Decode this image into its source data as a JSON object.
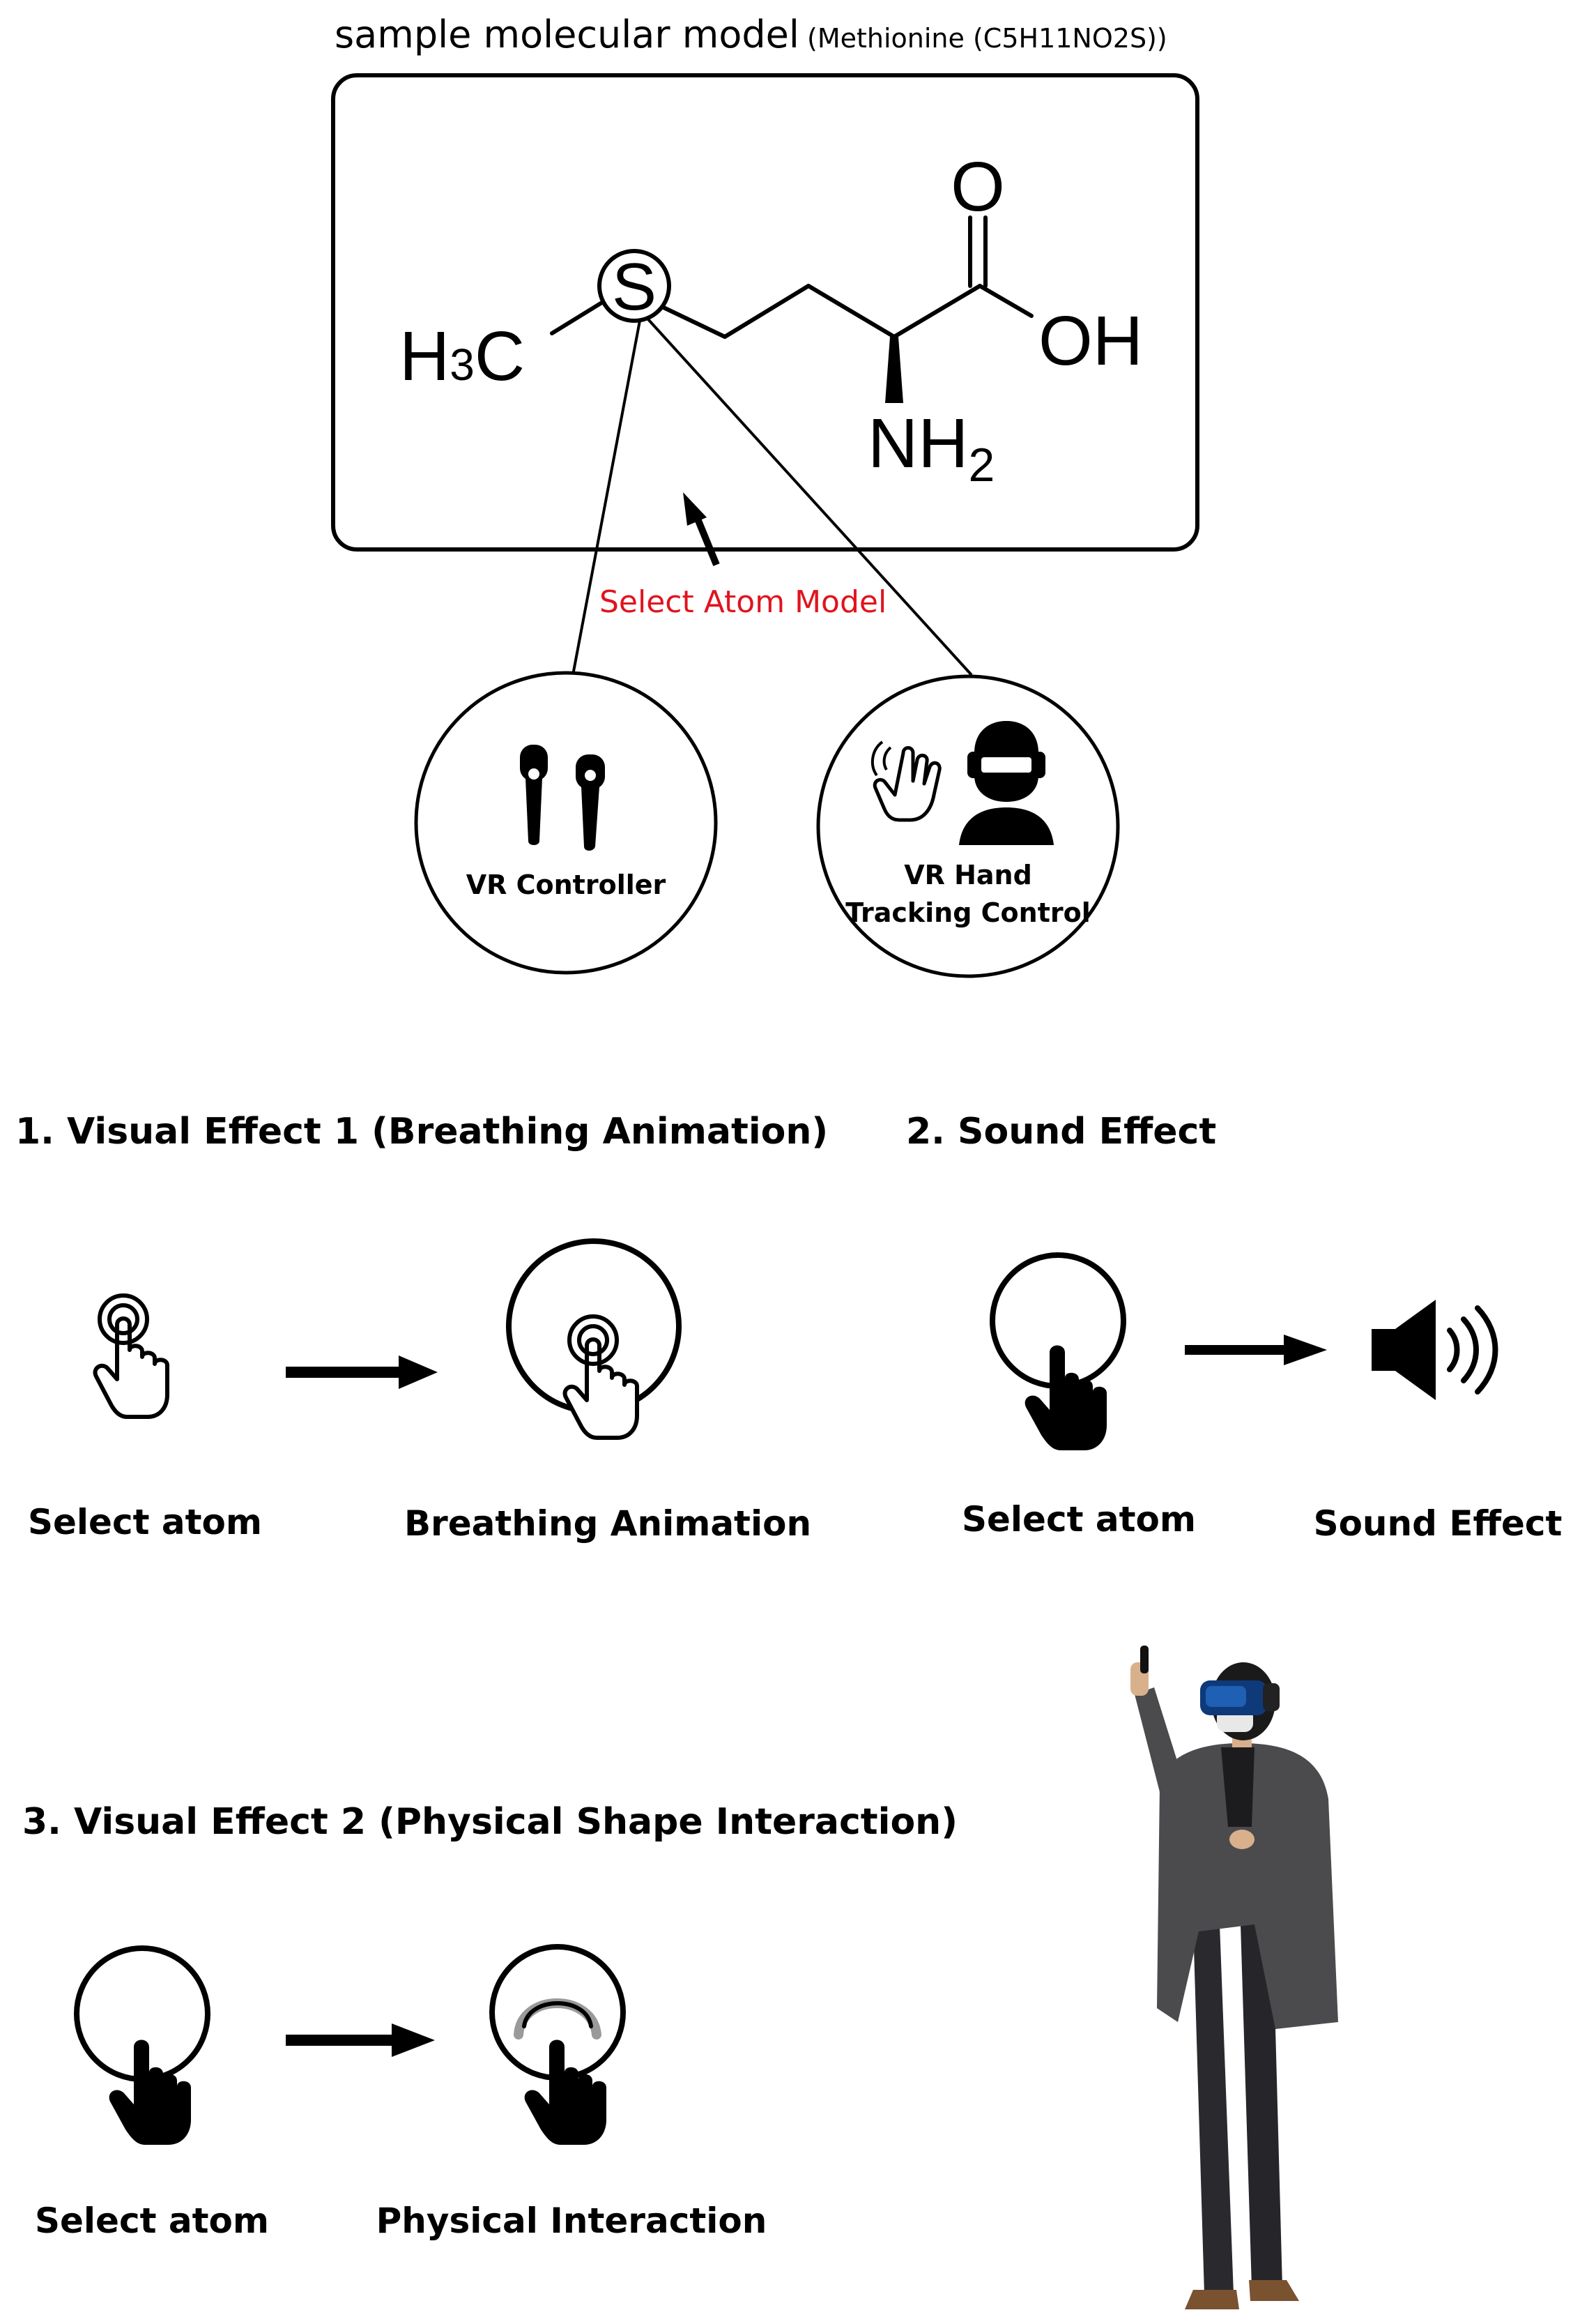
{
  "header": {
    "title": "sample molecular model",
    "subtitle": "(Methionine (C5H11NO2S))"
  },
  "molecule": {
    "h3c": "H",
    "h3c_sub": "3",
    "h3c_c": "C",
    "sulfur": "S",
    "oxygen": "O",
    "oh": "OH",
    "nh": "NH",
    "nh_sub": "2"
  },
  "select_label": "Select Atom Model",
  "controllers": {
    "vr_controller": "VR Controller",
    "hand_line1": "VR Hand",
    "hand_line2": "Tracking Control"
  },
  "sections": {
    "visual1": {
      "heading": "1. Visual Effect 1 (Breathing Animation)",
      "left_caption": "Select atom",
      "right_caption": "Breathing Animation"
    },
    "sound": {
      "heading": "2. Sound Effect",
      "left_caption": "Select atom",
      "right_caption": "Sound Effect"
    },
    "visual2": {
      "heading": "3. Visual Effect 2 (Physical Shape Interaction)",
      "left_caption": "Select atom",
      "right_caption": "Physical Interaction"
    }
  },
  "colors": {
    "accent_red": "#e0141e",
    "ink": "#000000",
    "shape_gray": "#9a9a9a"
  }
}
